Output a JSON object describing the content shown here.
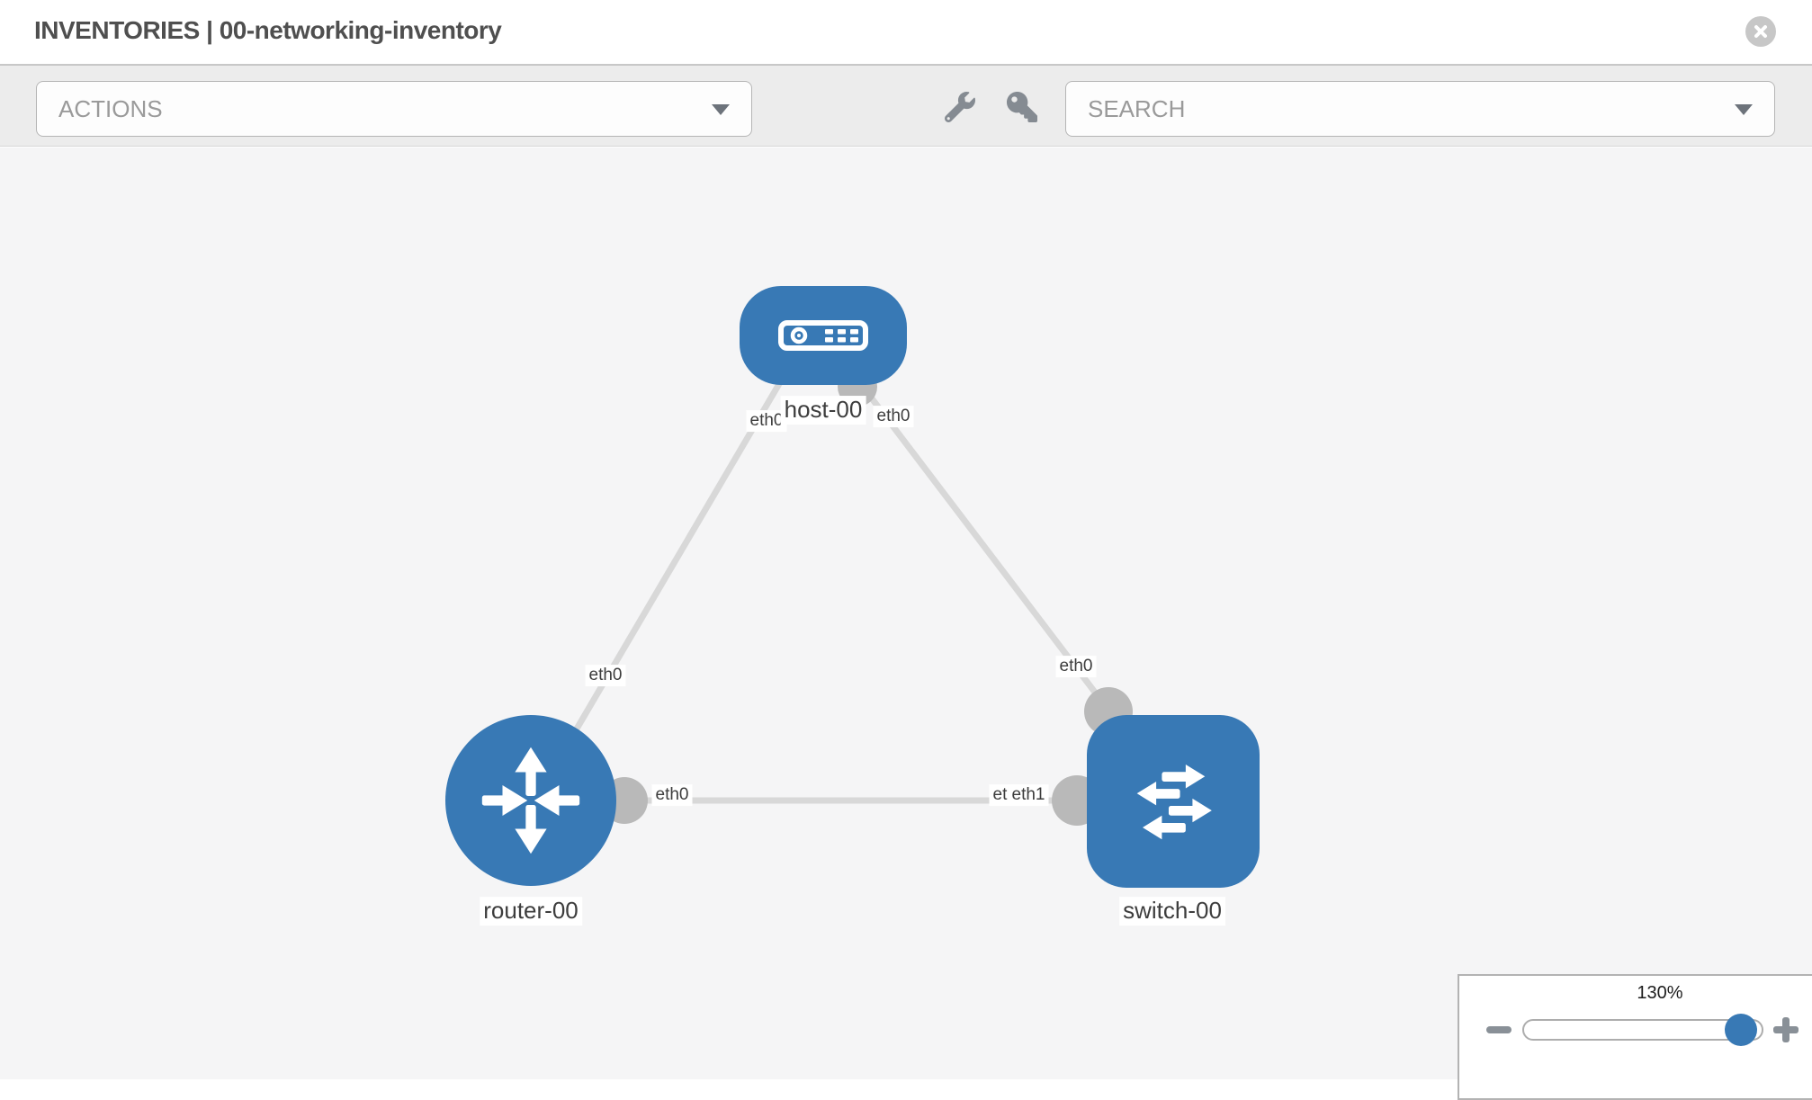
{
  "header": {
    "title": "INVENTORIES | 00-networking-inventory"
  },
  "toolbar": {
    "actions_placeholder": "ACTIONS",
    "search_placeholder": "SEARCH",
    "icon_buttons": [
      "wrench-icon",
      "key-icon"
    ]
  },
  "topology": {
    "nodes": [
      {
        "id": "host-00",
        "type": "host",
        "label": "host-00"
      },
      {
        "id": "router-00",
        "type": "router",
        "label": "router-00"
      },
      {
        "id": "switch-00",
        "type": "switch",
        "label": "switch-00"
      }
    ],
    "links": [
      {
        "from": "host-00",
        "to": "router-00",
        "from_if": "eth0",
        "to_if": "eth0"
      },
      {
        "from": "host-00",
        "to": "switch-00",
        "from_if": "eth0",
        "to_if": "eth0"
      },
      {
        "from": "router-00",
        "to": "switch-00",
        "from_if": "eth0",
        "to_if": "eth1",
        "to_if_overlap": "eth0"
      }
    ]
  },
  "zoom_control": {
    "level": "130%",
    "value_percent": 130
  },
  "colors": {
    "node_blue": "#3879b5",
    "link_gray": "#d8d8d8",
    "connector_gray": "#b9b9b9",
    "canvas_bg": "#f5f5f6",
    "toolbar_bg": "#ececec"
  }
}
